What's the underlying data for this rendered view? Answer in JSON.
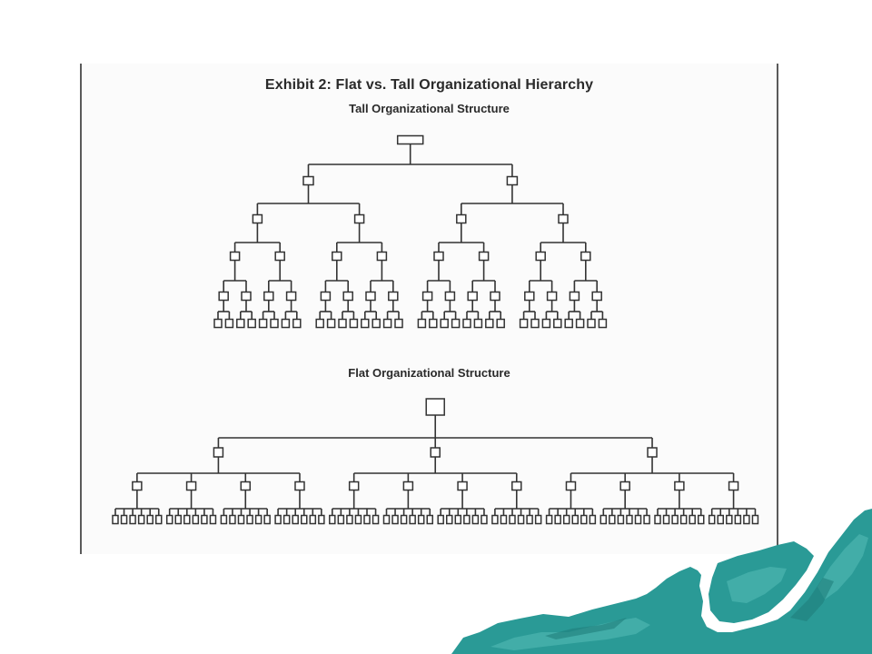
{
  "exhibit": {
    "title": "Exhibit 2: Flat vs. Tall Organizational Hierarchy",
    "tall": {
      "heading": "Tall Organizational Structure",
      "levels": [
        1,
        2,
        4,
        8,
        16,
        32
      ]
    },
    "flat": {
      "heading": "Flat Organizational Structure",
      "levels": [
        1,
        3,
        12,
        72
      ]
    }
  },
  "theme": {
    "line_color": "#333333",
    "panel_border": "#5a5a5a",
    "accent_teal": "#2a9a96"
  }
}
